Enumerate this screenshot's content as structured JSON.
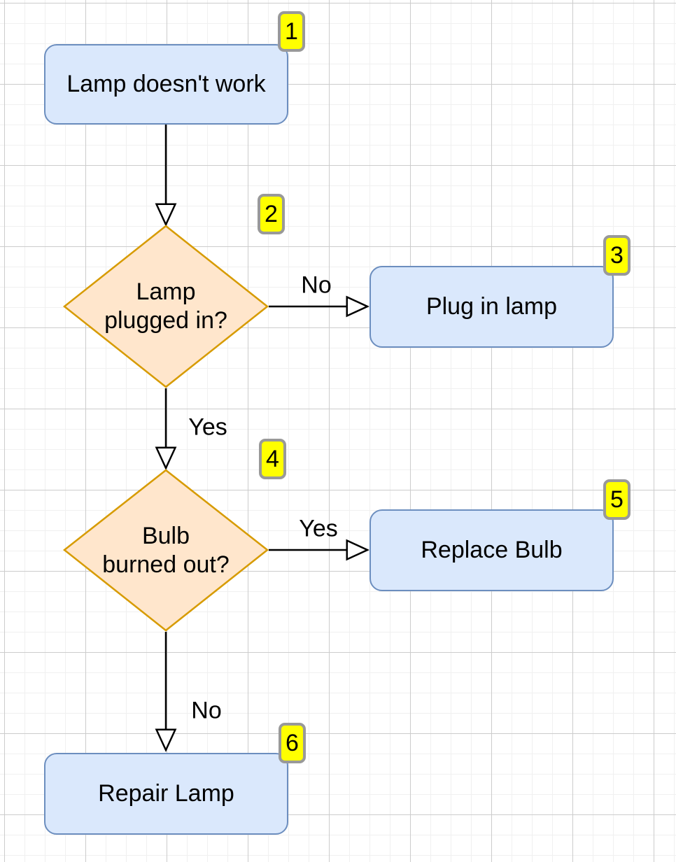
{
  "diagram": {
    "type": "flowchart",
    "subject": "Lamp troubleshooting"
  },
  "colors": {
    "canvas_bg": "#ffffff",
    "grid_minor": "#f0f0f0",
    "grid_major": "#cccccc",
    "process_fill": "#dae8fc",
    "process_border": "#6c8ebf",
    "decision_fill": "#ffe6cc",
    "decision_border": "#d79b00",
    "badge_fill": "#ffff00",
    "badge_border": "#999999",
    "edge_color": "#000000",
    "text_color": "#000000"
  },
  "nodes": [
    {
      "id": 1,
      "type": "process",
      "label": "Lamp doesn't work",
      "badge": "1"
    },
    {
      "id": 2,
      "type": "decision",
      "label": "Lamp\nplugged in?",
      "badge": "2"
    },
    {
      "id": 3,
      "type": "process",
      "label": "Plug in lamp",
      "badge": "3"
    },
    {
      "id": 4,
      "type": "decision",
      "label": "Bulb\nburned out?",
      "badge": "4"
    },
    {
      "id": 5,
      "type": "process",
      "label": "Replace Bulb",
      "badge": "5"
    },
    {
      "id": 6,
      "type": "process",
      "label": "Repair Lamp",
      "badge": "6"
    }
  ],
  "edges": [
    {
      "from": 1,
      "to": 2,
      "label": ""
    },
    {
      "from": 2,
      "to": 3,
      "label": "No"
    },
    {
      "from": 2,
      "to": 4,
      "label": "Yes"
    },
    {
      "from": 4,
      "to": 5,
      "label": "Yes"
    },
    {
      "from": 4,
      "to": 6,
      "label": "No"
    }
  ]
}
